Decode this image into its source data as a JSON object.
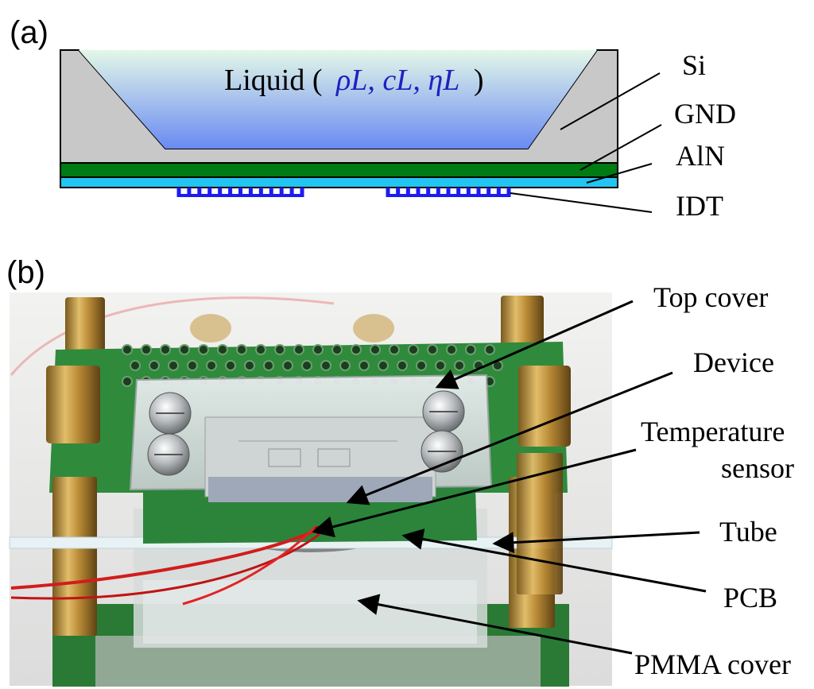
{
  "panel_a": {
    "tag": "(a)",
    "liquid_label_prefix": "Liquid (",
    "liquid_params": "ρL, cL, ηL",
    "liquid_label_suffix": ")",
    "layer_labels": {
      "si": "Si",
      "gnd": "GND",
      "aln": "AlN",
      "idt": "IDT"
    },
    "colors": {
      "si": "#c8c8c8",
      "gnd": "#007a12",
      "aln": "#22c4f2",
      "idt": "#1c1cf0",
      "liquid_top": "#dff6e6",
      "liquid_bottom": "#6f8ef3",
      "param_text": "#2020c0"
    }
  },
  "panel_b": {
    "tag": "(b)",
    "callouts": {
      "top_cover": "Top cover",
      "device": "Device",
      "temp_sensor_1": "Temperature",
      "temp_sensor_2": "sensor",
      "tube": "Tube",
      "pcb": "PCB",
      "pmma_cover": "PMMA cover"
    },
    "colors": {
      "pcb_green": "#2f8a3c",
      "brass": "#b88a3a",
      "wire_red": "#d21c1c"
    }
  }
}
